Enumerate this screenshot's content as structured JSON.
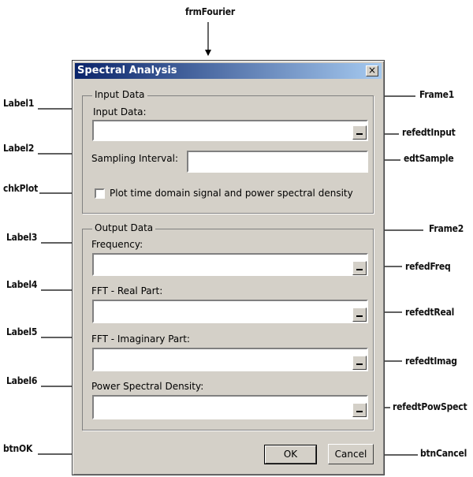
{
  "annotations": {
    "form": "frmFourier",
    "label1": "Label1",
    "label2": "Label2",
    "chk_plot": "chkPlot",
    "label3": "Label3",
    "label4": "Label4",
    "label5": "Label5",
    "label6": "Label6",
    "btn_ok": "btnOK",
    "frame1": "Frame1",
    "refedt_input": "refedtInput",
    "edt_sample": "edtSample",
    "frame2": "Frame2",
    "refed_freq": "refedFreq",
    "refedt_real": "refedtReal",
    "refedt_imag": "refedtImag",
    "refedt_pow_spect": "refedtPowSpect",
    "btn_cancel": "btnCancel"
  },
  "window": {
    "title": "Spectral Analysis",
    "close_glyph": "×"
  },
  "input_frame": {
    "title": "Input Data",
    "input_label": "Input Data:",
    "input_value": "",
    "sampling_label": "Sampling Interval:",
    "sampling_value": "",
    "plot_checkbox_label": "Plot time domain signal and power spectral density",
    "plot_checked": false
  },
  "output_frame": {
    "title": "Output Data",
    "frequency_label": "Frequency:",
    "frequency_value": "",
    "real_label": "FFT - Real Part:",
    "real_value": "",
    "imag_label": "FFT - Imaginary Part:",
    "imag_value": "",
    "psd_label": "Power Spectral Density:",
    "psd_value": ""
  },
  "buttons": {
    "ok": "OK",
    "cancel": "Cancel"
  }
}
